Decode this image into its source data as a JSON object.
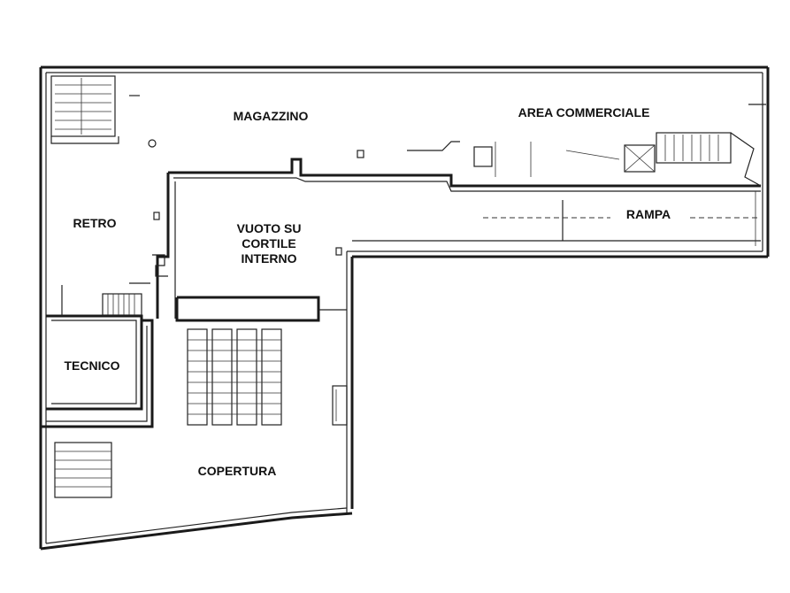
{
  "rooms": {
    "magazzino": "MAGAZZINO",
    "area_commerciale": "AREA COMMERCIALE",
    "retro": "RETRO",
    "vuoto_line1": "VUOTO SU",
    "vuoto_line2": "CORTILE",
    "vuoto_line3": "INTERNO",
    "rampa": "RAMPA",
    "tecnico": "TECNICO",
    "copertura": "COPERTURA"
  }
}
